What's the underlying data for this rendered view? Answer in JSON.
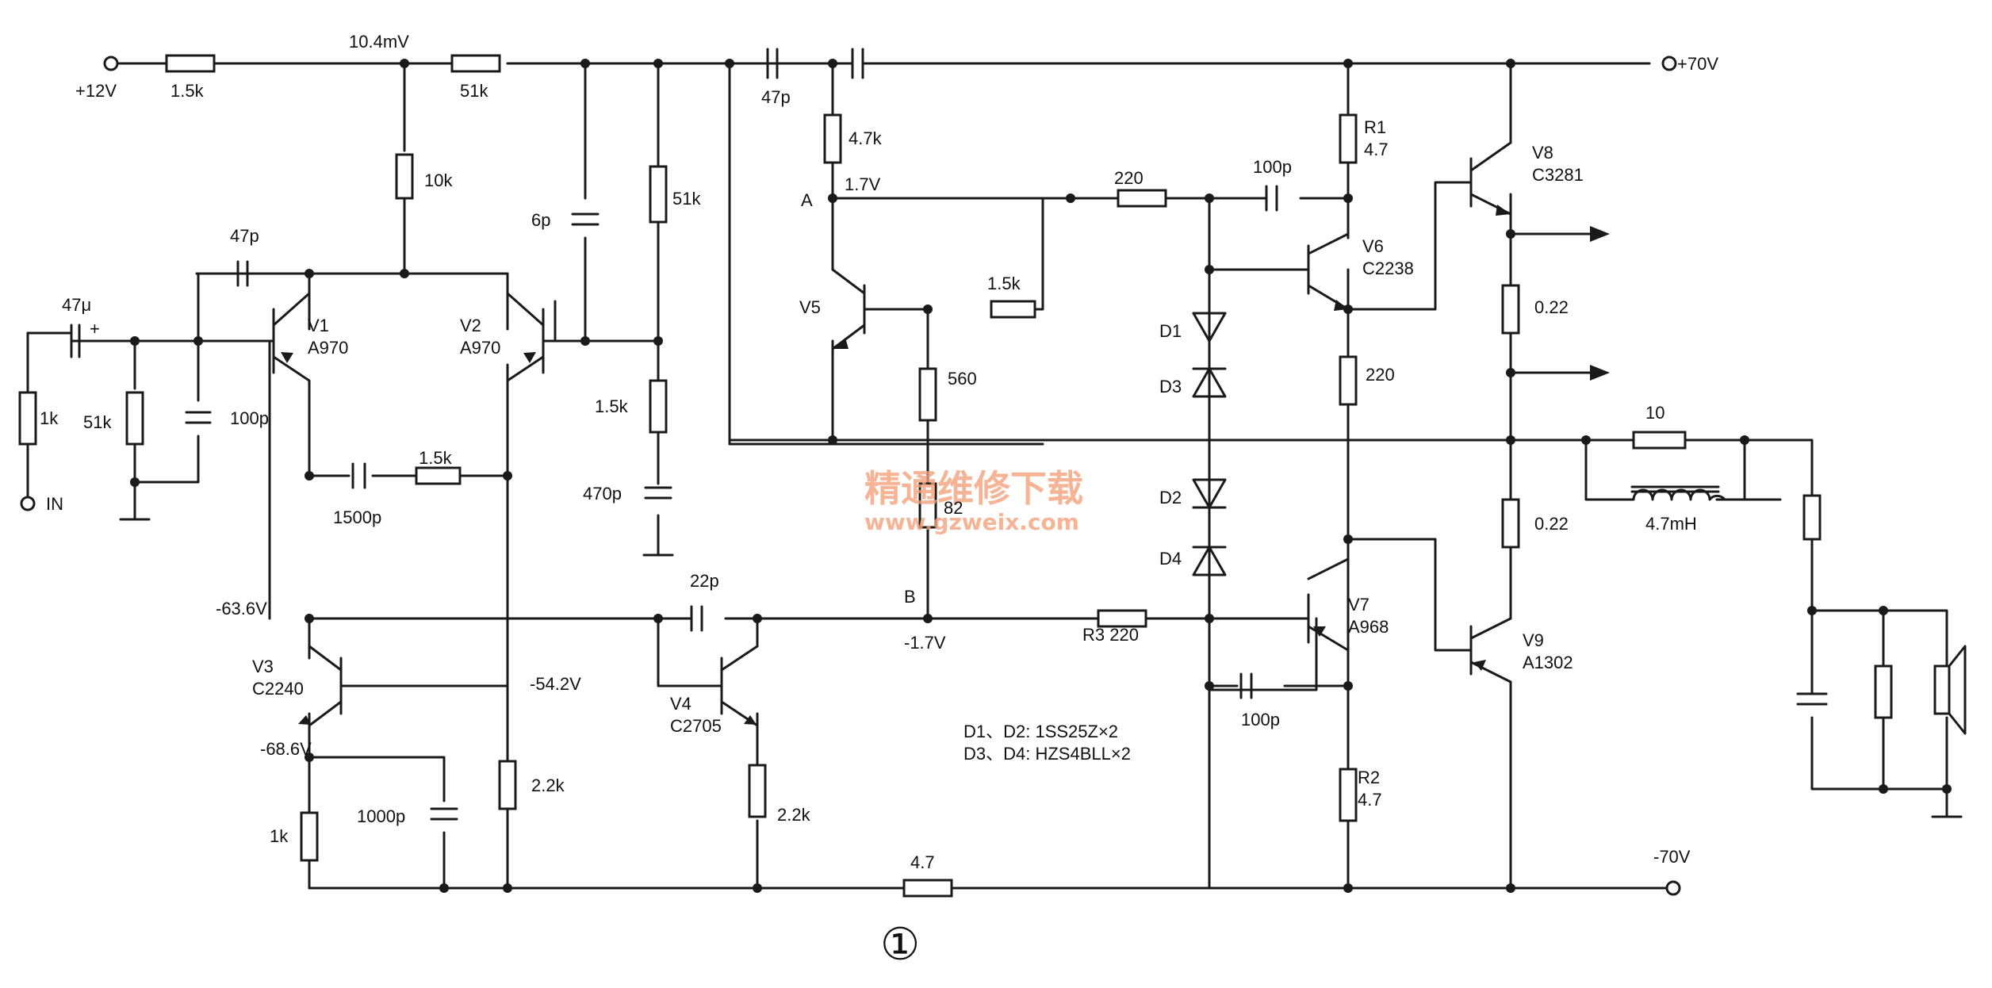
{
  "labels": {
    "plus12v": "+12V",
    "r_in1": "1.5k",
    "v_104": "10.4mV",
    "r51k_top": "51k",
    "plus70v": "+70V",
    "in": "IN",
    "r1k_in": "1k",
    "c47u": "47μ",
    "plus": "+",
    "r51k_in": "51k",
    "c100p_in": "100p",
    "c47p_fb": "47p",
    "r10k": "10k",
    "v1": "V1",
    "v1t": "A970",
    "v2": "V2",
    "v2t": "A970",
    "c6p": "6p",
    "r51k_mid": "51k",
    "r15k_mid": "1.5k",
    "c470p": "470p",
    "c1500p": "1500p",
    "r15k_e": "1.5k",
    "c47p_top": "47p",
    "r47k": "4.7k",
    "nodeA": "A",
    "v17": "1.7V",
    "v5": "V5",
    "r15k_v5": "1.5k",
    "r560": "560",
    "r82": "82",
    "nodeB": "B",
    "vm17": "-1.7V",
    "r220_top": "220",
    "c100p_top": "100p",
    "r1": "R1",
    "r1v": "4.7",
    "v6": "V6",
    "v6t": "C2238",
    "d1": "D1",
    "d3": "D3",
    "d2": "D2",
    "d4": "D4",
    "r220_mid": "220",
    "v8": "V8",
    "v8t": "C3281",
    "r022_a": "0.22",
    "r022_b": "0.22",
    "r10": "10",
    "l47mh": "4.7mH",
    "vm636": "-63.6V",
    "c22p": "22p",
    "r3": "R3 220",
    "v7": "V7",
    "v7t": "A968",
    "v9": "V9",
    "v9t": "A1302",
    "v3": "V3",
    "v3t": "C2240",
    "vm542": "-54.2V",
    "v4": "V4",
    "v4t": "C2705",
    "vm686": "-68.6V",
    "c1000p": "1000p",
    "r22k_a": "2.2k",
    "r22k_b": "2.2k",
    "r1k_b": "1k",
    "c100p_v7": "100p",
    "r2": "R2",
    "r2v": "4.7",
    "r47_bot": "4.7",
    "minus70v": "-70V",
    "note1": "D1、D2: 1SS25Z×2",
    "note2": "D3、D4: HZS4BLL×2",
    "figure": "①",
    "watermark_cn": "精通维修下载",
    "watermark_url": "www.gzweix.com"
  }
}
